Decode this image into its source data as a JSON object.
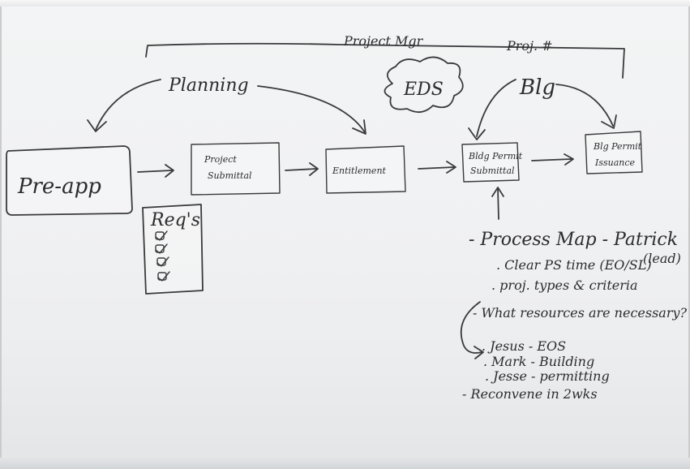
{
  "colors": {
    "ink": "#3a3a3c",
    "board": "#f1f2f3",
    "border": "#c9cbce"
  },
  "header": {
    "project_mgr": "Project Mgr",
    "proj_no": "Proj. #"
  },
  "groups": {
    "planning": "Planning",
    "eds": "EDS",
    "blg": "Blg"
  },
  "nodes": {
    "pre_app": "Pre-app",
    "project_submittal_l1": "Project",
    "project_submittal_l2": "Submittal",
    "entitlement": "Entitlement",
    "bldg_permit_submittal_l1": "Bldg Permit",
    "bldg_permit_submittal_l2": "Submittal",
    "blg_permit_issuance_l1": "Blg Permit",
    "blg_permit_issuance_l2": "Issuance"
  },
  "reqs": {
    "title": "Req's",
    "checkmarks": 4
  },
  "notes": {
    "heading": "- Process Map - Patrick",
    "lead": "(lead)",
    "items": [
      ". Clear PS time (EO/SL)",
      ". proj. types & criteria",
      "- What resources are necessary?",
      ". Jesus - EOS",
      ". Mark - Building",
      ". Jesse - permitting",
      "- Reconvene in 2wks"
    ]
  }
}
